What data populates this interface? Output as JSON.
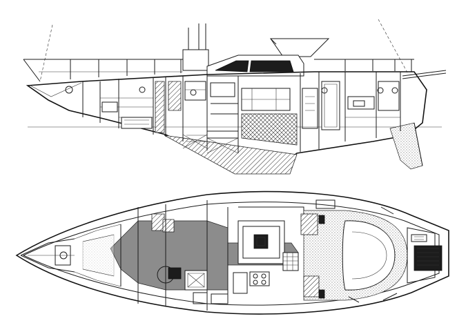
{
  "drawing": {
    "views": [
      "profile",
      "plan"
    ],
    "style": "monochrome line drawing",
    "colors": {
      "ink": "#1a1a1a",
      "paper": "#ffffff",
      "cabin_sole": "#8c8c8c",
      "window_fill": "#1c1c1c"
    }
  }
}
